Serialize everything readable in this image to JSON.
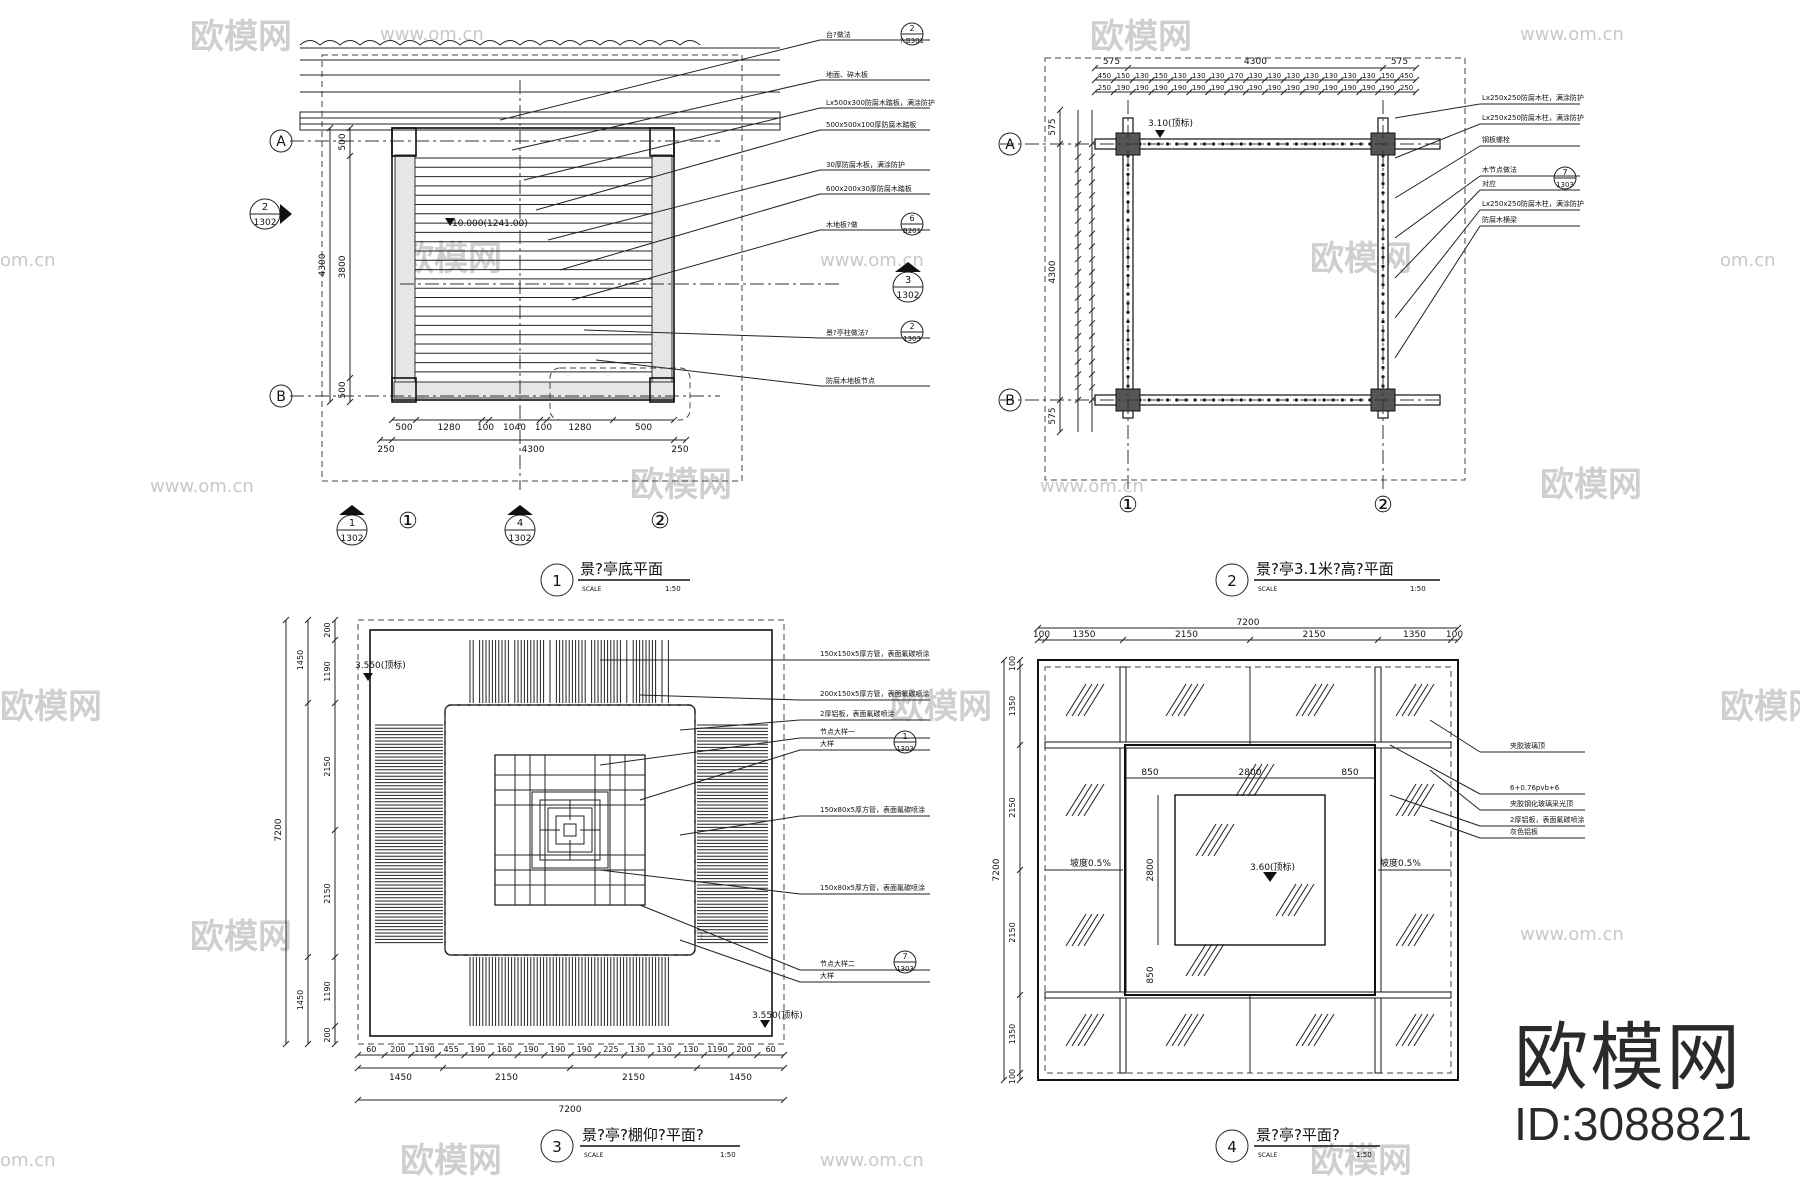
{
  "brand": {
    "name": "欧模网",
    "id_text": "ID:3088821"
  },
  "watermark": {
    "text": "欧模网",
    "url": "www.om.cn",
    "url_short": "om.cn"
  },
  "view1": {
    "number": "1",
    "title": "景?亭底平面",
    "scale_label": "SCALE",
    "scale": "1:50",
    "axis_a": "A",
    "axis_b": "B",
    "axis_1": "①",
    "axis_2": "②",
    "callout_left": {
      "num": "2",
      "ref": "1302"
    },
    "callout_right": {
      "num": "3",
      "ref": "1302"
    },
    "callout_bottom1": {
      "num": "1",
      "ref": "1302"
    },
    "callout_bottom2": {
      "num": "4",
      "ref": "1302"
    },
    "elevation": "10.000(1241.00)",
    "dims_bottom": [
      "500",
      "1280",
      "100",
      "1040",
      "100",
      "1280",
      "500"
    ],
    "dims_bottom2": [
      "250",
      "4300",
      "250"
    ],
    "dims_left": [
      "500",
      "3800",
      "500"
    ],
    "dim_left_total": "4300",
    "labels": [
      "台?做法",
      "? B301",
      "地面、碎木板",
      "Lx500x300防腐木踏板，满涂防护",
      "500x500x100厚防腐木踏板",
      "30厚防腐木板，满涂防护",
      "600x200x30厚防腐木踏板",
      "木地板?做",
      "B201",
      "景?亭柱做法?",
      "1303",
      "防腐木地板节点"
    ],
    "label_detail_nums": [
      "2",
      "6",
      "2"
    ]
  },
  "view2": {
    "number": "2",
    "title": "景?亭3.1米?高?平面",
    "scale_label": "SCALE",
    "scale": "1:50",
    "axis_a": "A",
    "axis_b": "B",
    "axis_1": "①",
    "axis_2": "②",
    "dims_top": [
      "575",
      "4300",
      "575"
    ],
    "dims_top2": [
      "450",
      "150",
      "130",
      "150",
      "130",
      "130",
      "130",
      "170",
      "130",
      "130",
      "130",
      "130",
      "130",
      "130",
      "130",
      "150",
      "450"
    ],
    "dims_top3": [
      "250",
      "190",
      "190",
      "190",
      "190",
      "190",
      "190",
      "190",
      "190",
      "190",
      "190",
      "190",
      "190",
      "190",
      "190",
      "190",
      "250"
    ],
    "dims_left": [
      "575",
      "4300",
      "575"
    ],
    "elevation": "3.10(顶标)",
    "labels": [
      "Lx250x250防腐木柱，满涂防护",
      "Lx250x250防腐木柱，满涂防护",
      "钢板螺栓",
      "木节点做法",
      "对应",
      "Lx250x250防腐木柱，满涂防护",
      "防腐木横梁"
    ],
    "label_detail_num": "7",
    "label_detail_ref": "1303"
  },
  "view3": {
    "number": "3",
    "title": "景?亭?棚仰?平面?",
    "scale_label": "SCALE",
    "scale": "1:50",
    "dims_bottom": [
      "60",
      "200",
      "1190",
      "455",
      "190",
      "160",
      "190",
      "190",
      "190",
      "225",
      "130",
      "130",
      "130",
      "1190",
      "200",
      "60"
    ],
    "dims_bottom2": [
      "1450",
      "2150",
      "2150",
      "1450"
    ],
    "dim_bottom_total": "7200",
    "dims_left": [
      "200",
      "1190",
      "2150",
      "2150",
      "1190",
      "200"
    ],
    "dims_left2": [
      "1450",
      "1450"
    ],
    "dim_left_total": "7200",
    "elev1": "3.550(顶标)",
    "elev2": "3.550(顶标)",
    "labels": [
      "150x150x5厚方管，表面氟碳喷涂",
      "200x150x5厚方管，表面氟碳喷涂",
      "2厚铝板，表面氟碳喷涂",
      "节点大样一",
      "大样",
      "150x80x5厚方管，表面氟碳喷涂",
      "150x80x5厚方管，表面氟碳喷涂",
      "节点大样二",
      "大样"
    ],
    "label_detail_nums": [
      "1",
      "7"
    ],
    "label_detail_refs": [
      "1303",
      "1303"
    ]
  },
  "view4": {
    "number": "4",
    "title": "景?亭?平面?",
    "scale_label": "SCALE",
    "scale": "1:50",
    "dims_top": [
      "100",
      "1350",
      "2150",
      "2150",
      "1350",
      "100"
    ],
    "dim_top_total": "7200",
    "dims_left": [
      "100",
      "1350",
      "2150",
      "2150",
      "1350",
      "100"
    ],
    "dim_left_total": "7200",
    "inner_dims": [
      "850",
      "2800",
      "850",
      "2800",
      "850"
    ],
    "slope_left": "坡度0.5%",
    "slope_right": "坡度0.5%",
    "elevation": "3.60(顶标)",
    "labels": [
      "夹胶玻璃顶",
      "6+0.76pvb+6",
      "夹胶钢化玻璃采光顶",
      "2厚铝板，表面氟碳喷涂",
      "灰色铝板"
    ]
  }
}
